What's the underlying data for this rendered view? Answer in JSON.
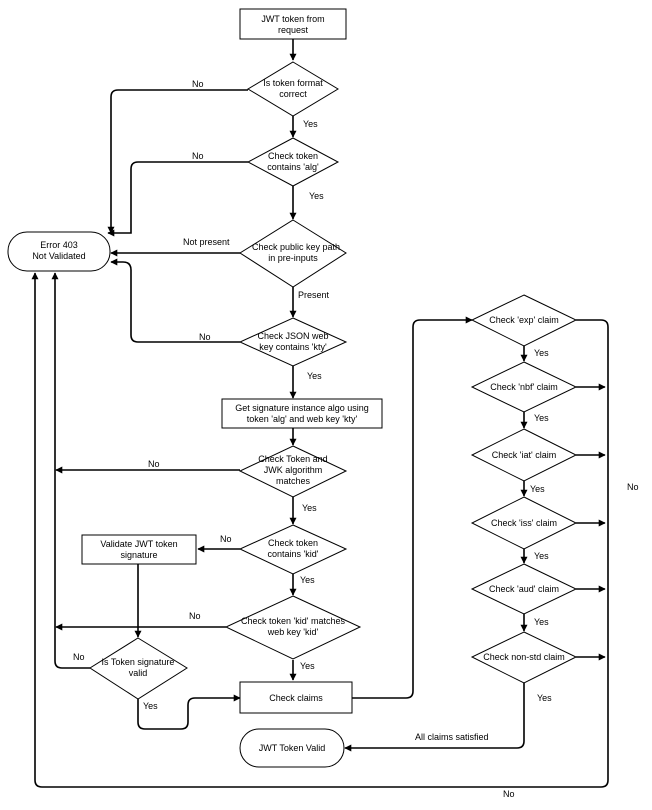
{
  "nodes": {
    "start": [
      "JWT token from",
      "request"
    ],
    "fmt": [
      "Is token format",
      "correct"
    ],
    "alg": [
      "Check token",
      "contains 'alg'"
    ],
    "pk": [
      "Check public key path",
      "in pre-inputs"
    ],
    "kty": [
      "Check JSON web",
      "key  contains 'kty'"
    ],
    "getsig": [
      "Get signature instance algo using",
      "token 'alg' and web key 'kty'"
    ],
    "jwkalg": [
      "Check Token and",
      "JWK algorithm",
      "matches"
    ],
    "kid": [
      "Check token",
      "contains 'kid'"
    ],
    "kidm": [
      "Check token 'kid' matches",
      "web key 'kid'"
    ],
    "claims": [
      "Check claims"
    ],
    "validate": [
      "Validate JWT token",
      "signature"
    ],
    "sigvalid": [
      "Is Token signature",
      "valid"
    ],
    "err": [
      "Error 403",
      "Not Validated"
    ],
    "valid": [
      "JWT Token Valid"
    ],
    "exp": [
      "Check 'exp' claim"
    ],
    "nbf": [
      "Check 'nbf' claim"
    ],
    "iat": [
      "Check 'iat' claim"
    ],
    "iss": [
      "Check 'iss' claim"
    ],
    "aud": [
      "Check 'aud' claim"
    ],
    "nonstd": [
      "Check non-std claim"
    ]
  },
  "edge_labels": {
    "fmt_no": "No",
    "fmt_yes": "Yes",
    "alg_no": "No",
    "alg_yes": "Yes",
    "pk_no": "Not present",
    "pk_yes": "Present",
    "kty_no": "No",
    "kty_yes": "Yes",
    "jwk_no": "No",
    "jwk_yes": "Yes",
    "kid_no": "No",
    "kid_yes": "Yes",
    "kidm_no": "No",
    "kidm_yes": "Yes",
    "sig_no": "No",
    "sig_yes": "Yes",
    "exp_yes": "Yes",
    "nbf_yes": "Yes",
    "iat_yes": "Yes",
    "iss_yes": "Yes",
    "aud_yes": "Yes",
    "nonstd_yes": "Yes",
    "claims_no": "No",
    "all_ok": "All claims satisfied",
    "bottom_no": "No"
  }
}
